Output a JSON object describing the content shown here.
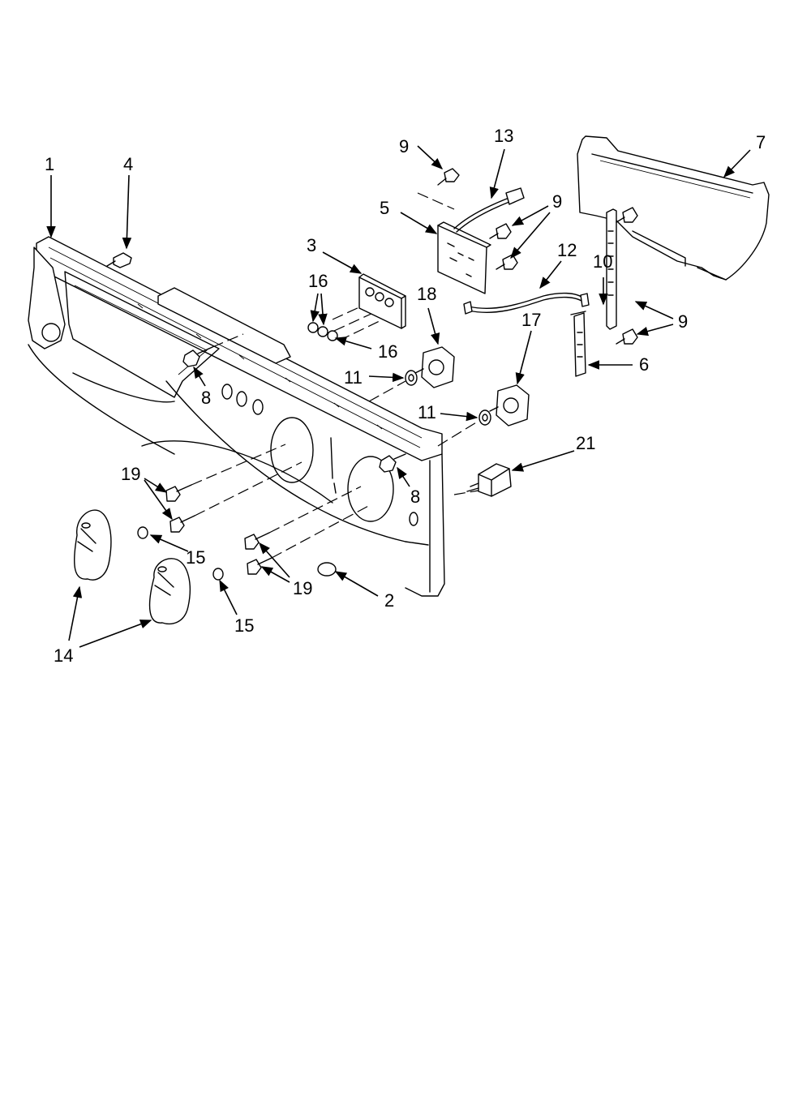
{
  "diagram": {
    "callouts": {
      "c1": "1",
      "c4": "4",
      "c9a": "9",
      "c13": "13",
      "c7": "7",
      "c5": "5",
      "c9b": "9",
      "c3": "3",
      "c12": "12",
      "c10": "10",
      "c16a": "16",
      "c18": "18",
      "c9c": "9",
      "c16b": "16",
      "c17": "17",
      "c6": "6",
      "c11a": "11",
      "c8a": "8",
      "c11b": "11",
      "c21": "21",
      "c19a": "19",
      "c8b": "8",
      "c15a": "15",
      "c19b": "19",
      "c2": "2",
      "c15b": "15",
      "c14": "14"
    }
  }
}
